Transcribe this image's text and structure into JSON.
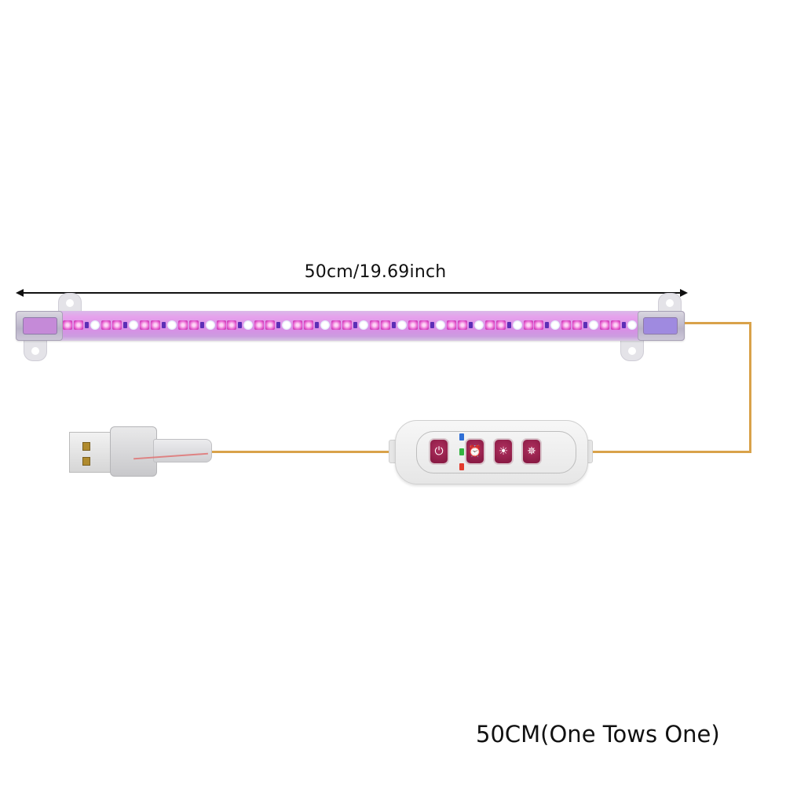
{
  "product": {
    "dimension_label": "50cm/19.69inch",
    "caption": "50CM(One Tows One)"
  },
  "light_bar": {
    "led_pattern": [
      "pink",
      "pink",
      "uv",
      "white"
    ],
    "repeat_count": 15,
    "colors": {
      "pink_led": "#e14ec9",
      "white_led": "#ffffff",
      "uv_led": "#5c2fb6",
      "housing": "#d98ee6"
    }
  },
  "controller": {
    "buttons": [
      {
        "name": "power",
        "icon": "power-icon",
        "glyph": "⏻"
      },
      {
        "name": "timer",
        "icon": "timer-clock-icon",
        "glyph": "⏰"
      },
      {
        "name": "dim",
        "icon": "brightness-down-icon",
        "glyph": "☀"
      },
      {
        "name": "bright",
        "icon": "brightness-up-icon",
        "glyph": "✵"
      }
    ],
    "indicators": [
      {
        "color": "blue",
        "hex": "#2f6fd6"
      },
      {
        "color": "green",
        "hex": "#33b341"
      },
      {
        "color": "red",
        "hex": "#e23a2d"
      }
    ],
    "button_color": "#8b1b45"
  },
  "cable": {
    "color": "#d9a24a"
  },
  "connector": {
    "type": "USB-A"
  }
}
